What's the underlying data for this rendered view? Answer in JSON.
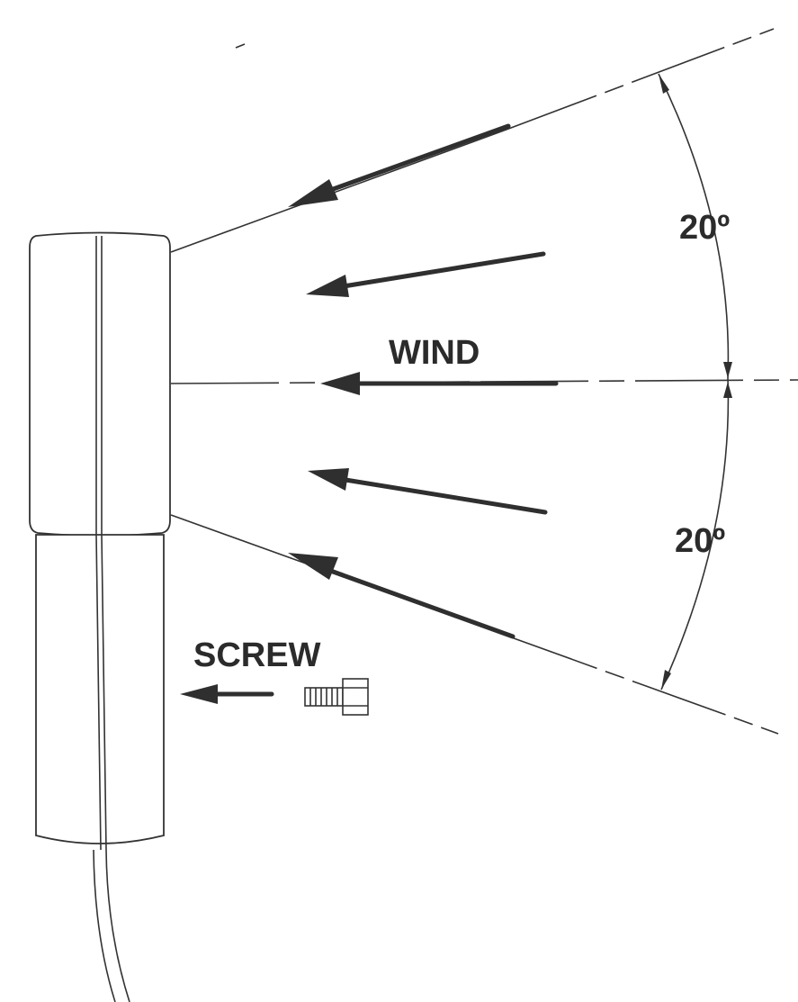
{
  "labels": {
    "wind": "WIND",
    "screw": "SCREW",
    "angle_upper": "20º",
    "angle_lower": "20º"
  }
}
